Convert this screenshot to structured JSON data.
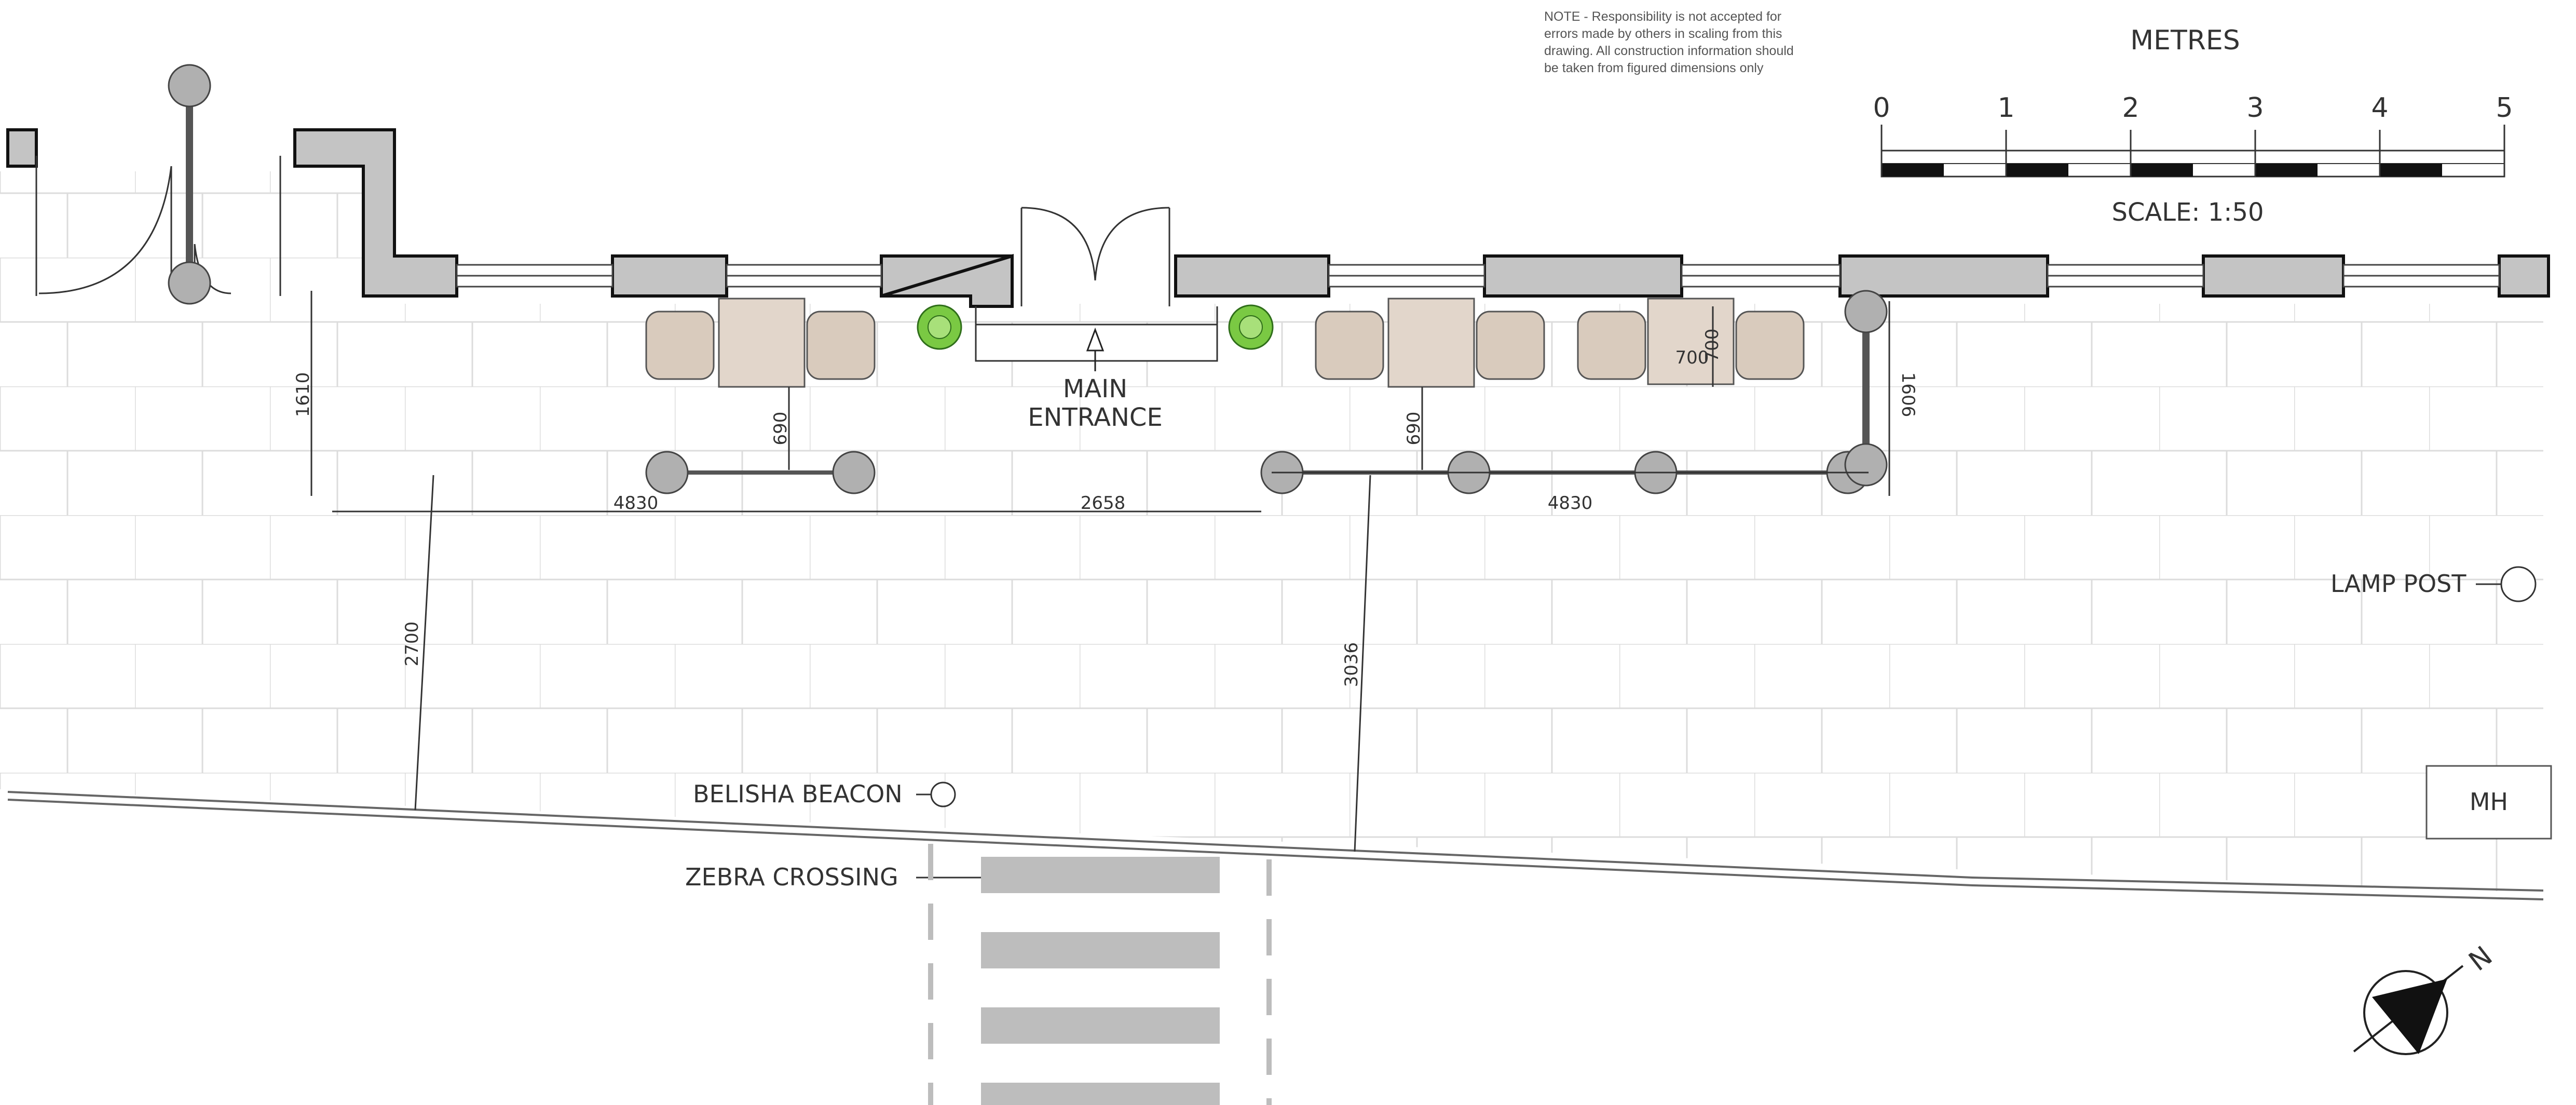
{
  "note": {
    "lines": [
      "NOTE - Responsibility is not accepted for",
      "errors made by others in scaling from this",
      "drawing.  All construction information should",
      "be taken from figured dimensions only"
    ]
  },
  "scale_bar": {
    "title": "METRES",
    "ticks": [
      "0",
      "1",
      "2",
      "3",
      "4",
      "5"
    ],
    "scale_label": "SCALE: 1:50"
  },
  "labels": {
    "main_entrance_line1": "MAIN",
    "main_entrance_line2": "ENTRANCE",
    "lamp_post": "LAMP POST",
    "belisha_beacon": "BELISHA BEACON",
    "zebra_crossing": "ZEBRA CROSSING",
    "manhole": "MH"
  },
  "dimensions": {
    "d1610": "1610",
    "d690_left": "690",
    "d690_right": "690",
    "d700_a": "700",
    "d700_b": "700",
    "d1606": "1606",
    "d4830_left": "4830",
    "d2658": "2658",
    "d4830_right": "4830",
    "d2700": "2700",
    "d3036": "3036"
  },
  "north_label": "N",
  "colors": {
    "wall": "#c4c4c4",
    "paving_line": "#dcdcdc",
    "furniture": "#e2d6cb",
    "chair": "#d9cbbd",
    "planter": "#7ac943",
    "post": "#b0b0b0",
    "crossing": "#bdbdbd"
  }
}
